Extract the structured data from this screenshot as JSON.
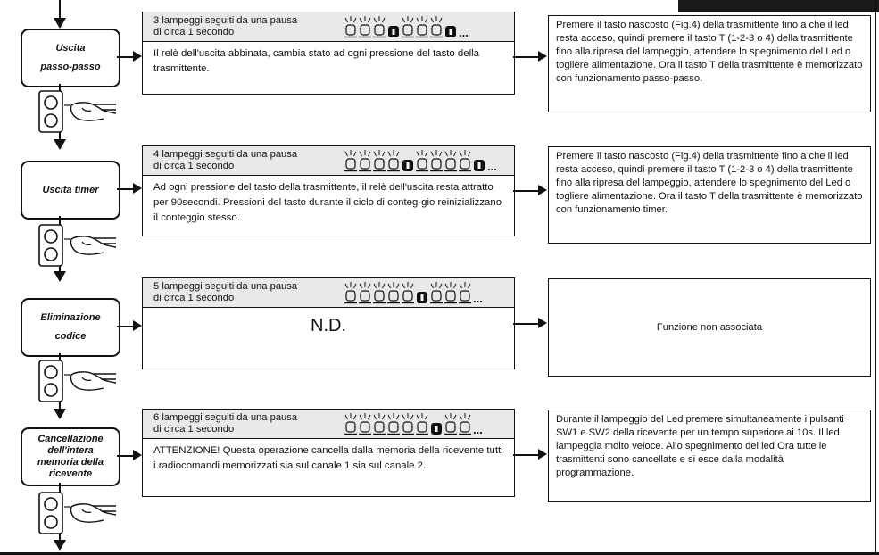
{
  "rows": [
    {
      "state": "Uscita\npasso-passo",
      "caption": "3 lampeggi seguiti da una pausa\ndi circa 1 secondo",
      "led_sequence": [
        "led",
        "led",
        "led",
        "pause",
        "led",
        "led",
        "led",
        "pause"
      ],
      "ellipsis": "...",
      "description": "Il relè dell'uscita abbinata, cambia stato ad ogni pressione del tasto della trasmittente.",
      "instruction": "Premere il tasto nascosto (Fig.4) della trasmittente fino a che il led resta acceso, quindi premere il tasto T (1-2-3 o 4) della trasmittente fino alla ripresa del lampeggio, attendere lo spegnimento del Led o togliere alimentazione. Ora il tasto T della trasmittente è memorizzato con funzionamento passo-passo."
    },
    {
      "state": "Uscita timer",
      "caption": "4 lampeggi seguiti da una pausa\ndi circa 1 secondo",
      "led_sequence": [
        "led",
        "led",
        "led",
        "led",
        "pause",
        "led",
        "led",
        "led",
        "led",
        "pause"
      ],
      "ellipsis": "...",
      "description": "Ad ogni pressione del tasto della trasmittente, il relè dell'uscita resta attratto per 90secondi. Pressioni del tasto durante il ciclo di conteg-gio reinizializzano il conteggio stesso.",
      "instruction": "Premere il tasto nascosto (Fig.4) della trasmittente fino a che il led resta acceso, quindi premere il tasto T (1-2-3 o 4) della trasmittente fino alla ripresa del lampeggio, attendere lo spegnimento del Led o togliere alimentazione. Ora il tasto T della trasmittente è memorizzato con funzionamento timer."
    },
    {
      "state": "Eliminazione\ncodice",
      "caption": "5 lampeggi seguiti da una pausa\ndi circa 1 secondo",
      "led_sequence": [
        "led",
        "led",
        "led",
        "led",
        "led",
        "pause",
        "led",
        "led",
        "led"
      ],
      "ellipsis": "...",
      "description": "N.D.",
      "instruction": "Funzione non associata"
    },
    {
      "state": "Cancellazione\ndell'intera\nmemoria della\nricevente",
      "caption": "6 lampeggi seguiti da una pausa\ndi circa 1 secondo",
      "led_sequence": [
        "led",
        "led",
        "led",
        "led",
        "led",
        "led",
        "pause",
        "led",
        "led"
      ],
      "ellipsis": "...",
      "description": "ATTENZIONE! Questa operazione cancella dalla memoria della ricevente tutti i radiocomandi memorizzati sia sul canale 1 sia sul canale 2.",
      "instruction": "Durante il lampeggio del Led premere simultaneamente i pulsanti SW1 e SW2 della ricevente per un tempo superiore ai 10s. Il led lampeggia molto veloce. Allo spegnimento del led Ora tutte le trasmittenti sono cancellate e si esce dalla modalità programmazione."
    }
  ],
  "colors": {
    "line": "#111111",
    "header_fill": "#e9e9e9"
  },
  "icons": {
    "led": "blinking-led-icon",
    "pause": "led-pause-icon",
    "hand": "pointing-hand-button-icon"
  }
}
